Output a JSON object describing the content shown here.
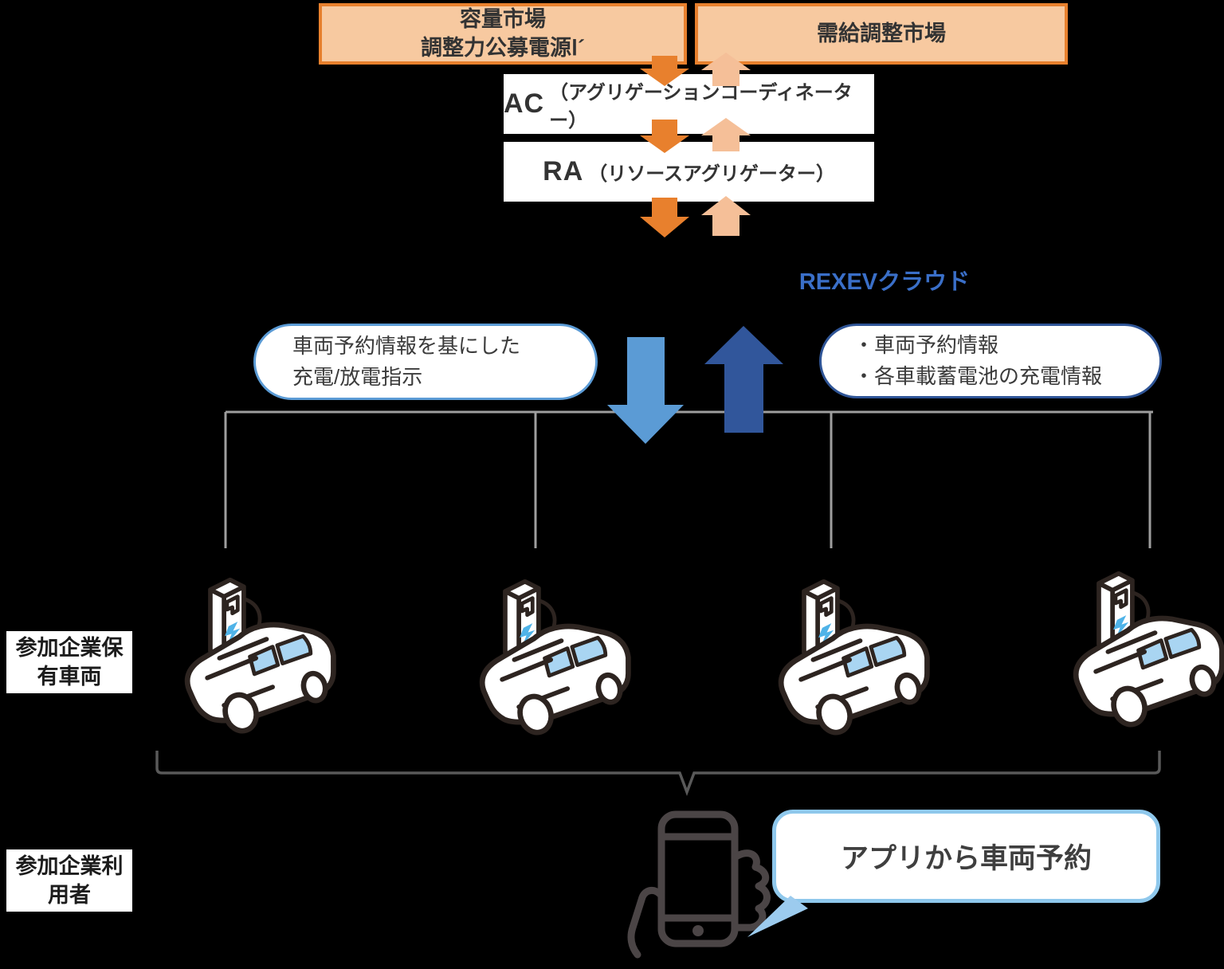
{
  "top": {
    "capacity_market": {
      "line1": "容量市場",
      "line2": "調整力公募電源Ⅰ´"
    },
    "balancing_market": "需給調整市場",
    "ac": {
      "abbr": "AC",
      "full": "（アグリゲーションコーディネーター）"
    },
    "ra": {
      "abbr": "RA",
      "full": "（リソースアグリゲーター）"
    }
  },
  "cloud": {
    "label": "REXEVクラウド"
  },
  "callouts": {
    "left": {
      "line1": "車両予約情報を基にした",
      "line2": "充電/放電指示"
    },
    "right": {
      "item1": "・車両予約情報",
      "item2": "・各車載蓄電池の充電情報"
    }
  },
  "labels": {
    "vehicles": {
      "line1": "参加企業保",
      "line2": "有車両"
    },
    "users": {
      "line1": "参加企業利",
      "line2": "用者"
    }
  },
  "bubble": {
    "text": "アプリから車両予約"
  },
  "icons": {
    "car": "ev-car-with-charger-icon",
    "phone": "hand-holding-smartphone-icon",
    "down_arrow_market": "orange-down-arrow-icon",
    "up_arrow_market": "light-orange-up-arrow-icon",
    "down_arrow_cloud": "light-blue-down-arrow-icon",
    "up_arrow_cloud": "dark-blue-up-arrow-icon"
  },
  "colors": {
    "background": "#000000",
    "market_box_fill": "#F7C9A0",
    "market_box_border": "#E8802D",
    "arrow_dark_orange": "#E8802D",
    "arrow_light_orange": "#F5BF98",
    "arrow_light_blue": "#5B9BD5",
    "arrow_dark_blue": "#31569B",
    "rexev_blue": "#3A6FC8",
    "callout_left_border": "#5B9BD5",
    "callout_right_border": "#2F5597",
    "bubble_border": "#8FC8EC",
    "connector_gray": "#9E9E9E",
    "brace_gray": "#595959",
    "car_outline": "#2D2420",
    "car_window_blue": "#A9D5F2",
    "bolt_blue": "#4FB3E8",
    "text_dark": "#333333"
  }
}
